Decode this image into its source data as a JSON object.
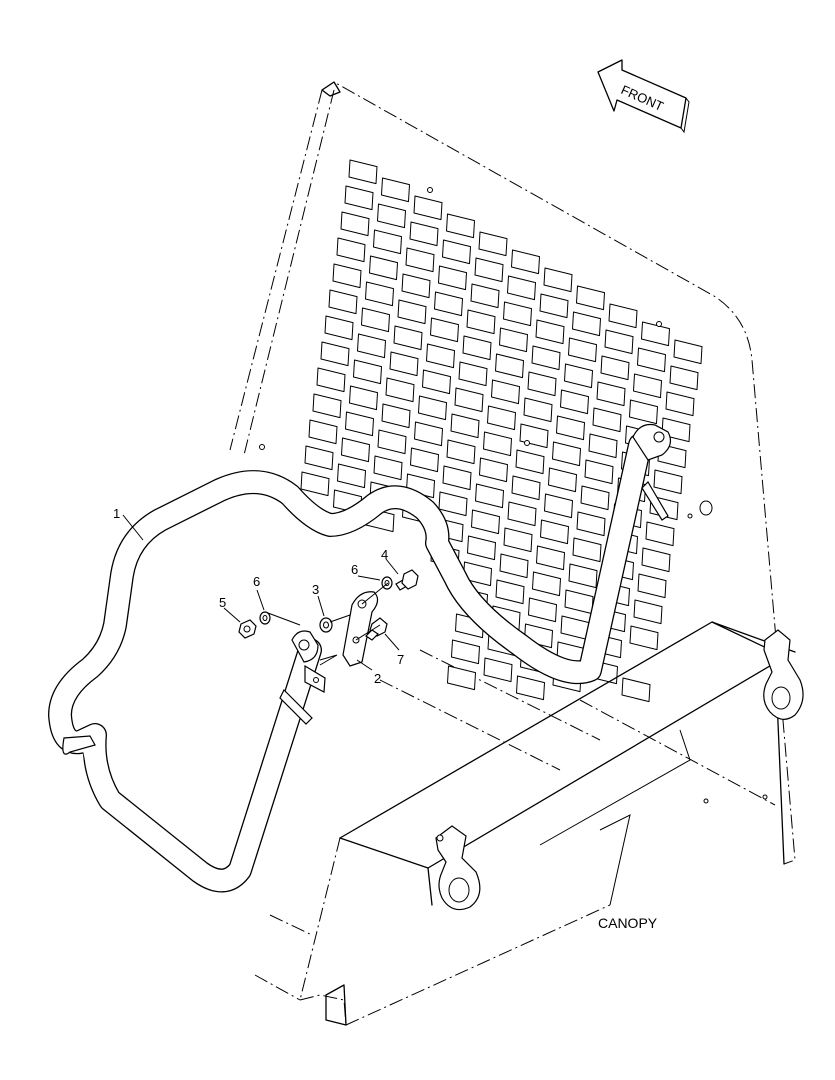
{
  "direction_label": "FRONT",
  "assembly_label": "CANOPY",
  "callouts": [
    {
      "id": "1",
      "text": "1"
    },
    {
      "id": "2",
      "text": "2"
    },
    {
      "id": "3",
      "text": "3"
    },
    {
      "id": "4",
      "text": "4"
    },
    {
      "id": "5",
      "text": "5"
    },
    {
      "id": "6a",
      "text": "6"
    },
    {
      "id": "6b",
      "text": "6"
    },
    {
      "id": "7",
      "text": "7"
    }
  ]
}
